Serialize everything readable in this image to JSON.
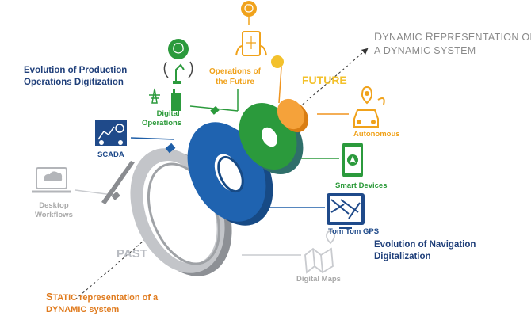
{
  "labels": {
    "left_heading_line1": "Evolution of Production",
    "left_heading_line2": "Operations Digitization",
    "dynamic_line1_a": "D",
    "dynamic_line1_b": "YNAMIC ",
    "dynamic_line1_c": "R",
    "dynamic_line1_d": "EPRESENTATION OF",
    "dynamic_line2": "A DYNAMIC SYSTEM",
    "operations_future_line1": "Operations of",
    "operations_future_line2": "the Future",
    "future": "FUTURE",
    "digital_ops_line1": "Digital",
    "digital_ops_line2": "Operations",
    "scada": "SCADA",
    "autonomous": "Autonomous",
    "smart_devices": "Smart Devices",
    "desktop_line1": "Desktop",
    "desktop_line2": "Workflows",
    "tomtom": "Tom Tom GPS",
    "nav_heading_line1": "Evolution of Navigation",
    "nav_heading_line2": "Digitalization",
    "past": "PAST",
    "digital_maps": "Digital Maps",
    "static_line1_a": "S",
    "static_line1_b": "TATIC representation of a",
    "static_line2": "DYNAMIC system"
  },
  "colors": {
    "past_ring": "#b8babe",
    "blue_ring": "#1f5fa8",
    "green_ring": "#2b9a3c",
    "orange_ring": "#f0941f",
    "teal_side": "#2f6f6a",
    "navy_text": "#1f3f7a",
    "orange_text": "#e07b1e"
  },
  "icons": [
    "cloud-laptop-icon",
    "scada-dashboard-icon",
    "brain-robot-arm-icon",
    "digital-operations-icon",
    "tablet-hand-brain-icon",
    "autonomous-car-icon",
    "smartphone-navigation-icon",
    "gps-map-icon",
    "folded-map-icon"
  ]
}
